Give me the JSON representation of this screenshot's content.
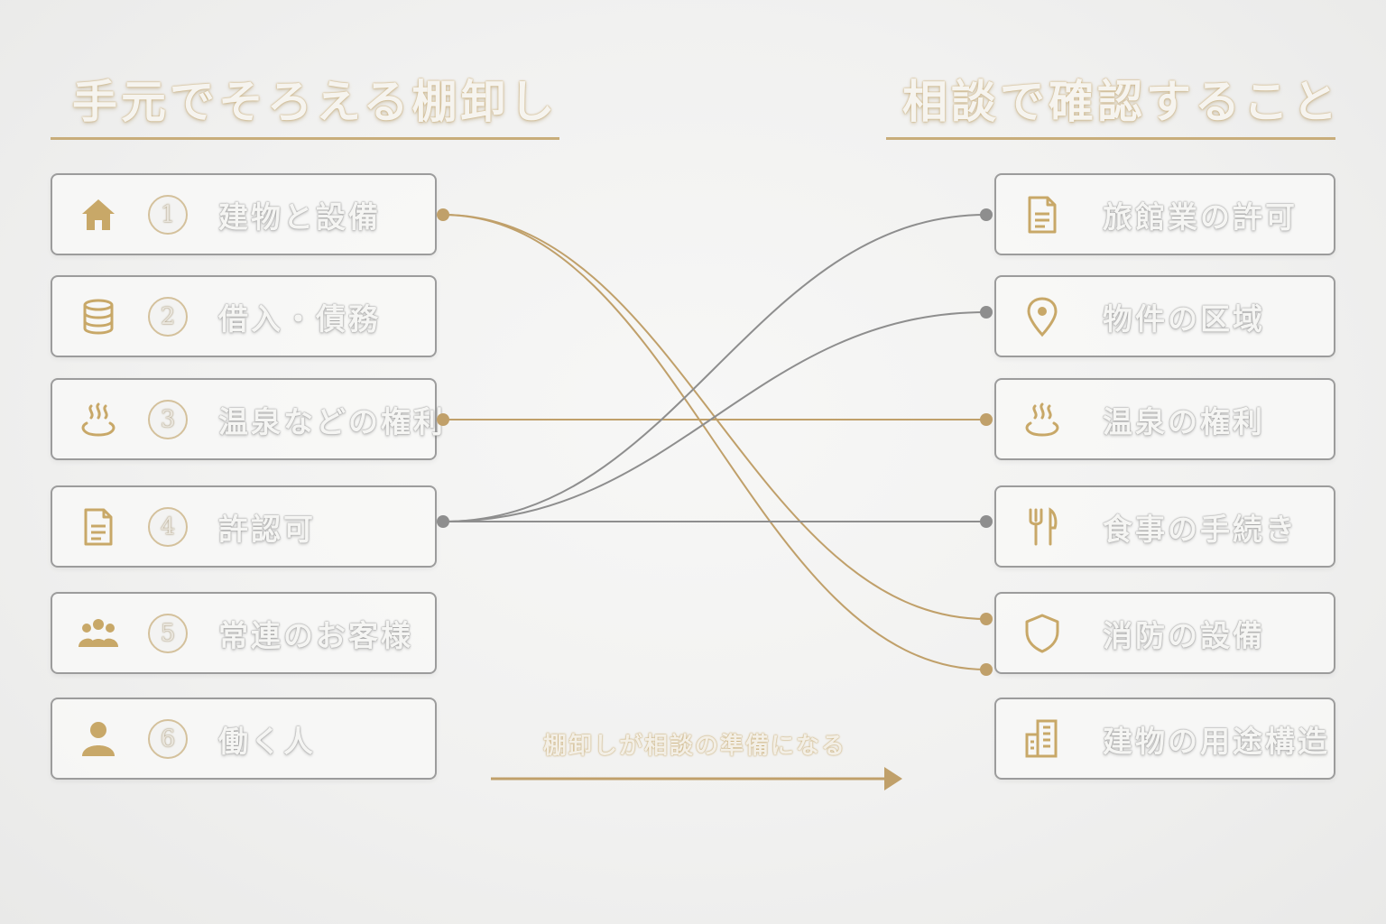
{
  "left_heading": "手元でそろえる棚卸し",
  "right_heading": "相談で確認すること",
  "left_items": [
    {
      "number": "1",
      "label": "建物と設備",
      "icon": "house-icon"
    },
    {
      "number": "2",
      "label": "借入・債務",
      "icon": "database-icon"
    },
    {
      "number": "3",
      "label": "温泉などの権利",
      "icon": "hot-spring-icon"
    },
    {
      "number": "4",
      "label": "許認可",
      "icon": "document-icon"
    },
    {
      "number": "5",
      "label": "常連のお客様",
      "icon": "group-icon"
    },
    {
      "number": "6",
      "label": "働く人",
      "icon": "person-icon"
    }
  ],
  "right_items": [
    {
      "label": "旅館業の許可",
      "icon": "document-icon"
    },
    {
      "label": "物件の区域",
      "icon": "map-pin-icon"
    },
    {
      "label": "温泉の権利",
      "icon": "hot-spring-icon"
    },
    {
      "label": "食事の手続き",
      "icon": "fork-knife-icon"
    },
    {
      "label": "消防の設備",
      "icon": "shield-icon"
    },
    {
      "label": "建物の用途構造",
      "icon": "building-icon"
    }
  ],
  "connections": [
    {
      "from": 1,
      "to": 5,
      "color": "#c0a06a"
    },
    {
      "from": 1,
      "to": 6,
      "color": "#c0a06a"
    },
    {
      "from": 3,
      "to": 3,
      "color": "#c0a06a"
    },
    {
      "from": 4,
      "to": 1,
      "color": "#8e8e8e"
    },
    {
      "from": 4,
      "to": 2,
      "color": "#8e8e8e"
    },
    {
      "from": 4,
      "to": 4,
      "color": "#8e8e8e"
    }
  ],
  "caption": "棚卸しが相談の準備になる",
  "colors": {
    "gold": "#c0a06a",
    "gray": "#8e8e8e",
    "border": "#9c9c9c"
  }
}
